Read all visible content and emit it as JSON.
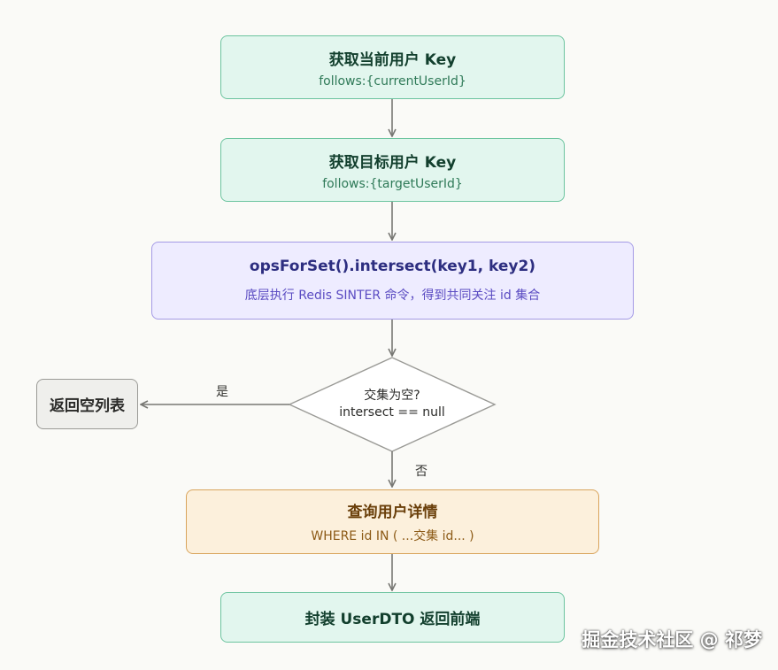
{
  "colors": {
    "background": "#fafaf7",
    "connector": "#777773",
    "step_green": "#e2f6ee",
    "step_purple": "#eeecff",
    "step_orange": "#fcf0dc",
    "step_gray": "#efefec"
  },
  "nodes": {
    "get_current_key": {
      "title": "获取当前用户 Key",
      "subtitle": "follows:{currentUserId}"
    },
    "get_target_key": {
      "title": "获取目标用户 Key",
      "subtitle": "follows:{targetUserId}"
    },
    "intersect": {
      "title": "opsForSet().intersect(key1, key2)",
      "subtitle": "底层执行 Redis SINTER 命令，得到共同关注 id 集合"
    },
    "decision": {
      "line1": "交集为空?",
      "line2": "intersect == null"
    },
    "return_empty": {
      "title": "返回空列表"
    },
    "query_details": {
      "title": "查询用户详情",
      "subtitle": "WHERE id IN ( ...交集 id... )"
    },
    "wrap_return": {
      "title": "封装 UserDTO 返回前端"
    }
  },
  "edges": {
    "yes_label": "是",
    "no_label": "否"
  },
  "watermark": "掘金技术社区 @ 祁梦"
}
